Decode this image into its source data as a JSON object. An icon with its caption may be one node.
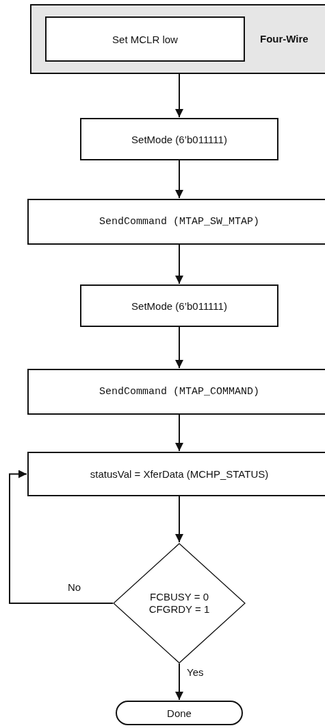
{
  "diagram": {
    "nodes": [
      {
        "text": [
          "Four-Wire"
        ]
      },
      {
        "text": [
          "Set MCLR low"
        ],
        "in": 0
      },
      {
        "text": [
          "SetMode (6’b011111)"
        ]
      },
      {
        "text": [
          "SendCommand (MTAP_SW_MTAP)"
        ]
      },
      {
        "text": [
          "SetMode (6’b011111)"
        ]
      },
      {
        "text": [
          "SendCommand (MTAP_COMMAND)"
        ]
      },
      {
        "text": [
          "statusVal = XferData (MCHP_STATUS)"
        ]
      },
      {
        "text": [
          "FCBUSY = 0 CFGRDY = 1"
        ]
      },
      {
        "text": [
          "Done"
        ]
      }
    ],
    "edges": [
      {
        "from": 0,
        "to": 2,
        "arrow": "to"
      },
      {
        "from": 2,
        "to": 3,
        "arrow": "to"
      },
      {
        "from": 3,
        "to": 4,
        "arrow": "to"
      },
      {
        "from": 4,
        "to": 5,
        "arrow": "to"
      },
      {
        "from": 5,
        "to": 6,
        "arrow": "to"
      },
      {
        "from": 6,
        "to": 7,
        "arrow": "to"
      },
      {
        "from": 7,
        "to": 6,
        "arrow": "to",
        "label": "No"
      },
      {
        "from": 7,
        "to": 8,
        "arrow": "to",
        "label": "Yes"
      }
    ]
  }
}
